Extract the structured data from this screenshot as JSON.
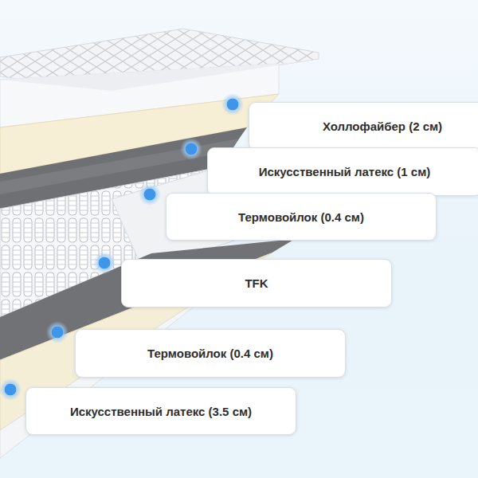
{
  "diagram": {
    "nodes": [
      {
        "text": [
          "Холлофайбер (2 см)"
        ]
      },
      {
        "text": [
          "Искусственный латекс (1 см)"
        ]
      },
      {
        "text": [
          "Термовойлок (0.4 см)"
        ]
      },
      {
        "text": [
          "TFK"
        ]
      },
      {
        "text": [
          "Термовойлок (0.4 см)"
        ]
      },
      {
        "text": [
          "Искусственный латекс (3.5 см)"
        ]
      }
    ]
  }
}
